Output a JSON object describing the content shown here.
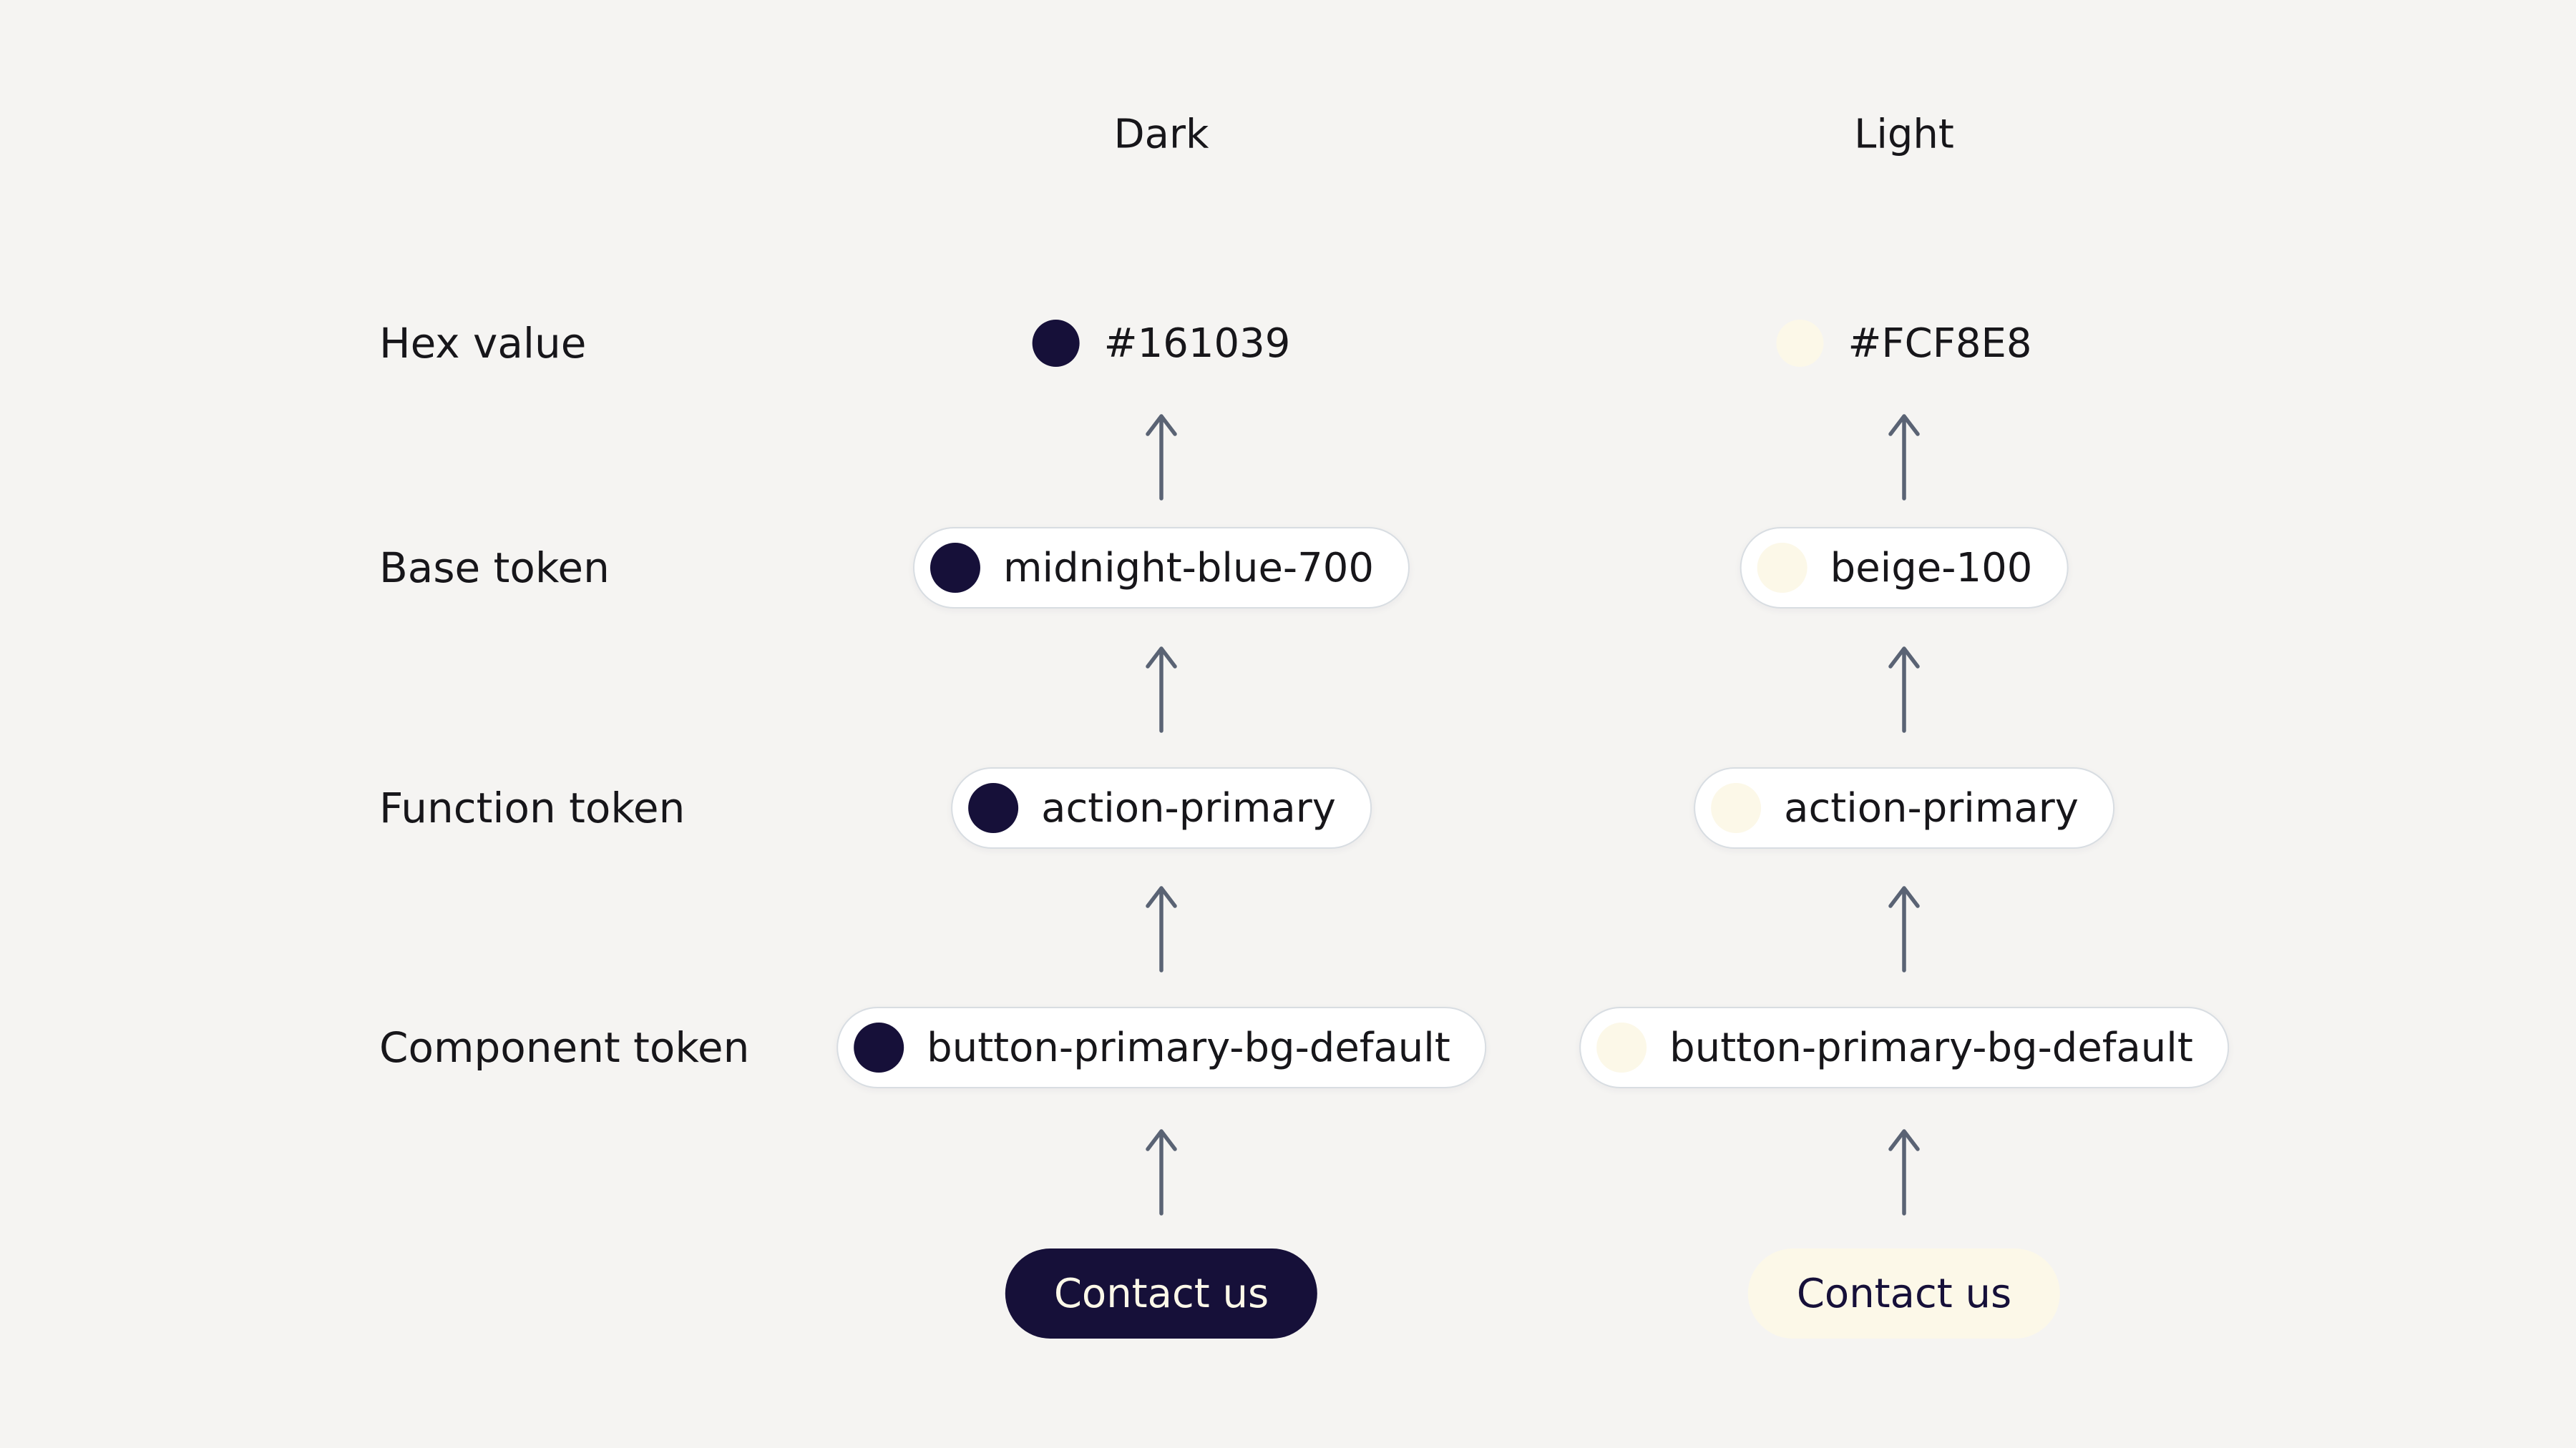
{
  "diagram": {
    "row_labels": {
      "hex": "Hex value",
      "base": "Base token",
      "function": "Function token",
      "component": "Component token"
    },
    "columns": {
      "dark": {
        "header": "Dark",
        "hex": {
          "value": "#161039",
          "swatch": "#161039"
        },
        "base_token": {
          "label": "midnight-blue-700",
          "swatch": "#161039"
        },
        "function_token": {
          "label": "action-primary",
          "swatch": "#161039"
        },
        "component_token": {
          "label": "button-primary-bg-default",
          "swatch": "#161039"
        },
        "button": {
          "label": "Contact us",
          "background": "#161039",
          "text_color": "#FCF8E8"
        }
      },
      "light": {
        "header": "Light",
        "hex": {
          "value": "#FCF8E8",
          "swatch": "#FCF8E8"
        },
        "base_token": {
          "label": "beige-100",
          "swatch": "#FCF8E8"
        },
        "function_token": {
          "label": "action-primary",
          "swatch": "#FCF8E8"
        },
        "component_token": {
          "label": "button-primary-bg-default",
          "swatch": "#FCF8E8"
        },
        "button": {
          "label": "Contact us",
          "background": "#FCF8E8",
          "text_color": "#161039"
        }
      }
    },
    "colors": {
      "background": "#F5F4F2",
      "text": "#17161A",
      "pill_background": "#FFFFFF",
      "pill_border": "#D8DDE2",
      "arrow": "#5A6374"
    }
  }
}
